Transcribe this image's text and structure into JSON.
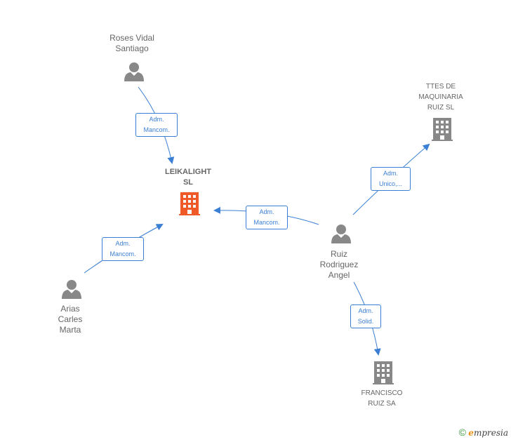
{
  "nodes": {
    "roses": {
      "label_1": "Roses Vidal",
      "label_2": "Santiago",
      "type": "person"
    },
    "leikalight": {
      "label_1": "LEIKALIGHT",
      "label_2": "SL",
      "type": "company-main"
    },
    "ttes": {
      "label_1": "TTES DE",
      "label_2": "MAQUINARIA",
      "label_3": "RUIZ  SL",
      "type": "company"
    },
    "ruiz": {
      "label_1": "Ruiz",
      "label_2": "Rodriguez",
      "label_3": "Angel",
      "type": "person"
    },
    "arias": {
      "label_1": "Arias",
      "label_2": "Carles",
      "label_3": "Marta",
      "type": "person"
    },
    "francisco": {
      "label_1": "FRANCISCO",
      "label_2": "RUIZ SA",
      "type": "company"
    }
  },
  "edges": {
    "roses_leika": {
      "line1": "Adm.",
      "line2": "Mancom."
    },
    "ruiz_leika": {
      "line1": "Adm.",
      "line2": "Mancom."
    },
    "arias_leika": {
      "line1": "Adm.",
      "line2": "Mancom."
    },
    "ruiz_ttes": {
      "line1": "Adm.",
      "line2": "Unico,..."
    },
    "ruiz_francisco": {
      "line1": "Adm.",
      "line2": "Solid."
    }
  },
  "footer": {
    "copyright": "©",
    "brand_initial": "e",
    "brand_rest": "mpresia"
  },
  "colors": {
    "edge": "#3b7fd4",
    "main_company": "#f05a28",
    "company": "#888888",
    "person": "#888888"
  }
}
